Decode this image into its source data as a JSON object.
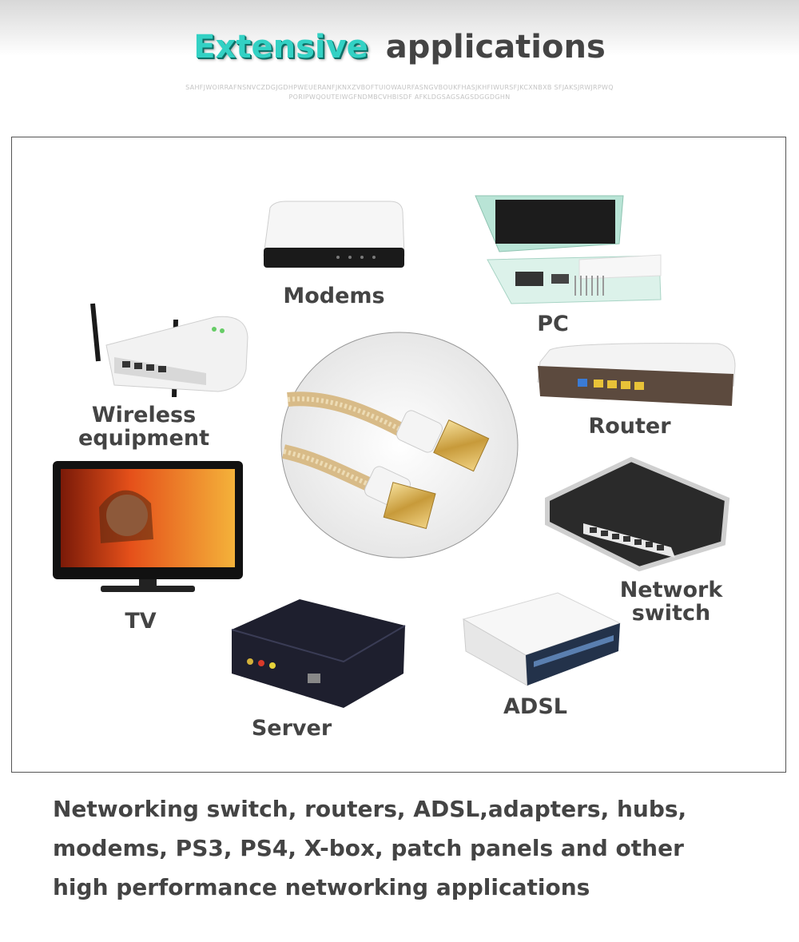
{
  "header": {
    "title_highlight": "Extensive",
    "title_rest": "applications",
    "noise_text": "SAHFJWOIRRAFNSNVCZDGJGDHPWEUERANFJKNXZVBOFTUIOWAURFASNGVBOUKFHASJKHFIWURSFJKCXNBXB SFJAKSJRWJRPWQPORIPWQOUTEIWGFNDMBCVHBISDF AFKLDGSAGSAGSDGGDGHN"
  },
  "devices": {
    "modems": "Modems",
    "pc": "PC",
    "wireless": [
      "Wireless",
      "equipment"
    ],
    "router": "Router",
    "tv": "TV",
    "network_switch": [
      "Network",
      "switch"
    ],
    "server": "Server",
    "adsl": "ADSL"
  },
  "footer": {
    "lines": [
      "Networking switch, routers, ADSL,adapters, hubs,",
      "modems, PS3, PS4, X-box, patch panels and other",
      "high performance networking applications"
    ]
  }
}
